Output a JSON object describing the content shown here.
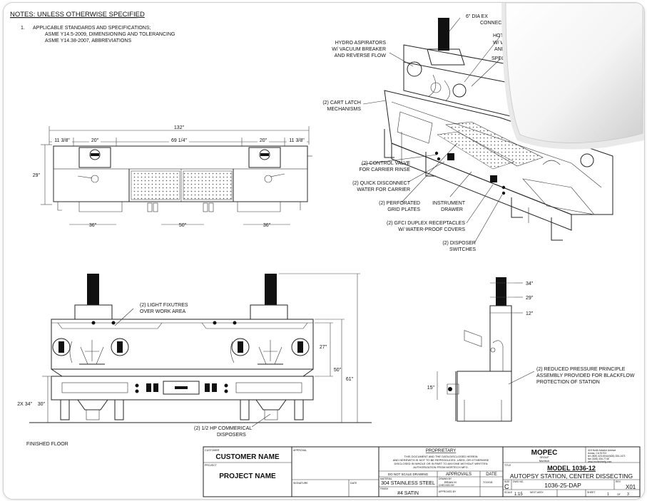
{
  "notes": {
    "header": "NOTES: UNLESS OTHERWISE SPECIFIED",
    "item_number": "1.",
    "line1": "APPLICABLE STANDARDS AND SPECIFICATIONS;",
    "line2": "ASME Y14.5-2009, DIMENSIONING AND TOLERANCING",
    "line3": "ASME Y14.38-2007, ABBREVIATIONS"
  },
  "top_view_dims": {
    "overall": "132\"",
    "left_edge": "11 3/8\"",
    "left_sink": "20\"",
    "center": "69 1/4\"",
    "right_sink": "20\"",
    "right_edge": "11 3/8\"",
    "height": "29\"",
    "bottom_left": "36\"",
    "bottom_center": "50\"",
    "bottom_right": "36\""
  },
  "iso_callouts": {
    "exhaust_1": "6\" DIA EX",
    "exhaust_2": "CONNECT",
    "hydro_1": "HYDRO ASPIRATORS",
    "hydro_2": "W/ VACUUM BREAKER",
    "hydro_3": "AND REVERSE FLOW",
    "hot_1": "HOT",
    "hot_2": "W/ W",
    "hot_3": "AND",
    "spec": "SPEC",
    "cart_latch_1": "(2) CART LATCH",
    "cart_latch_2": "MECHANISMS",
    "control_valve_1": "(2) CONTROL VALVE",
    "control_valve_2": "FOR CARRIER RINSE",
    "quick_1": "(2) QUICK DISCONNECT",
    "quick_2": "WATER FOR CARRIER",
    "grid_1": "(2) PERFORATED",
    "grid_2": "GRID PLATES",
    "drawer_1": "INSTRUMENT",
    "drawer_2": "DRAWER",
    "gfci_1": "(2) GFCI DUPLEX RECEPTACLES",
    "gfci_2": "W/ WATER-PROOF COVERS",
    "disposer_sw_1": "(2) DISPOSER",
    "disposer_sw_2": "SWITCHES"
  },
  "front_view": {
    "lights_1": "(2) LIGHT FIXUTRES",
    "lights_2": "OVER WORK AREA",
    "dim_27": "27\"",
    "dim_50": "50\"",
    "dim_61": "61\"",
    "dim_30": "30\"",
    "dim_2x34": "2X 34\"",
    "disposers_1": "(2) 1/2 HP COMMERICAL",
    "disposers_2": "DISPOSERS",
    "floor": "FINISHED FLOOR"
  },
  "side_view": {
    "dim_34": "34\"",
    "dim_29": "29\"",
    "dim_12": "12\"",
    "dim_15": "15\"",
    "rpp_1": "(2) REDUCED PRESSURE PRINCIPLE",
    "rpp_2": "ASSEMBLY PROVIDED FOR BLACKFLOW",
    "rpp_3": "PROTECTION OF STATION"
  },
  "title_block": {
    "customer_lbl": "CUSTOMER",
    "customer_name": "CUSTOMER NAME",
    "project_lbl": "PROJECT",
    "project_name": "PROJECT NAME",
    "approval_lbl": "APPROVAL",
    "signature_lbl": "SIGNATURE",
    "date_lbl": "DATE",
    "proprietary_title": "PROPRIETARY",
    "prop_line1": "THIS DOCUMENT AND THE DATA DISCLOSED HEREIN",
    "prop_line2": "AND HEREWITH IS NOT TO BE REPRODUCED, USED, OR OTHERWISE",
    "prop_line3": "DISCLOSED IN WHOLE OR IN PART TO ANYONE WITHOUT WRITTEN",
    "prop_line4": "AUTHORIZATION FROM MORTECH MFG.",
    "do_not_scale": "DO NOT SCALE DRAWING",
    "approvals": "APPROVALS",
    "approvals_date": "DATE",
    "material_lbl": "MATERIAL",
    "material": "304 STAINLESS STEEL",
    "finish_lbl": "FINISH",
    "finish": "#4 SATIN",
    "drawn_lbl": "DRAWN BY",
    "drawn_by": "BRIAN M",
    "drawn_date": "7/19/18",
    "checked_lbl": "CHECKED BY",
    "approved_lbl": "APPROVED BY",
    "logo": "MOPEC",
    "logo_sub": "GROUP",
    "sublogo": "Mortech",
    "address1": "415 North Aviador Avenue",
    "address2": "Azusa, CA 91702",
    "address3": "tel: (800) 423-6044/(626) 334-1471",
    "address4": "fax: (626) 334-7745",
    "address5": "www.mortechmfg.com",
    "title_lbl": "TITLE",
    "model": "MODEL 1036-12",
    "description": "AUTOPSY STATION, CENTER DISSECTING",
    "size_lbl": "SIZE",
    "size": "C",
    "dwg_lbl": "DWG NO.",
    "dwg_no": "1036-25-DAP",
    "rev_lbl": "REV",
    "rev": "X01",
    "scale_lbl": "SCALE",
    "scale": "1:15",
    "next_assy": "NEXT ASSY",
    "sheet_lbl": "SHEET",
    "sheet": "1",
    "of_lbl": "OF",
    "sheets": "3"
  }
}
